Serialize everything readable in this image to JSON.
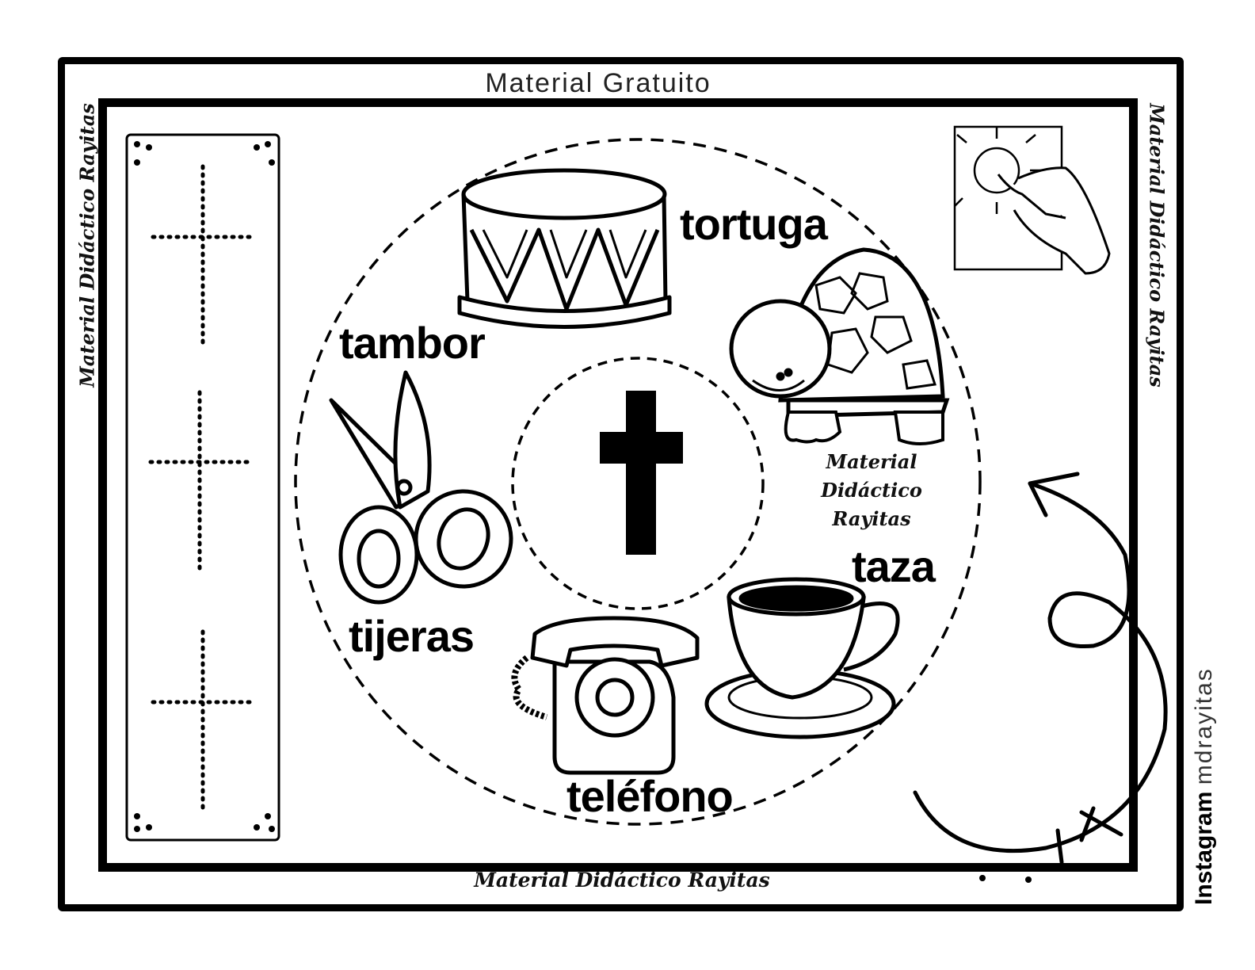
{
  "header": {
    "title": "Material Gratuito"
  },
  "side_labels": {
    "left": "Material Didáctico Rayitas",
    "right": "Material Didáctico Rayitas",
    "bottom": "Material Didáctico Rayitas"
  },
  "instagram": {
    "label": "Instagram",
    "handle": "mdrayitas"
  },
  "center_letter": "t",
  "words": {
    "tortuga": "tortuga",
    "tambor": "tambor",
    "tijeras": "tijeras",
    "telefono": "teléfono",
    "taza": "taza"
  },
  "watermark": [
    "Material",
    "Didáctico",
    "Rayitas"
  ],
  "icons": [
    "drum-icon",
    "turtle-icon",
    "scissors-icon",
    "telephone-icon",
    "cup-icon",
    "finger-tracing-icon",
    "spiral-arrow-icon"
  ]
}
